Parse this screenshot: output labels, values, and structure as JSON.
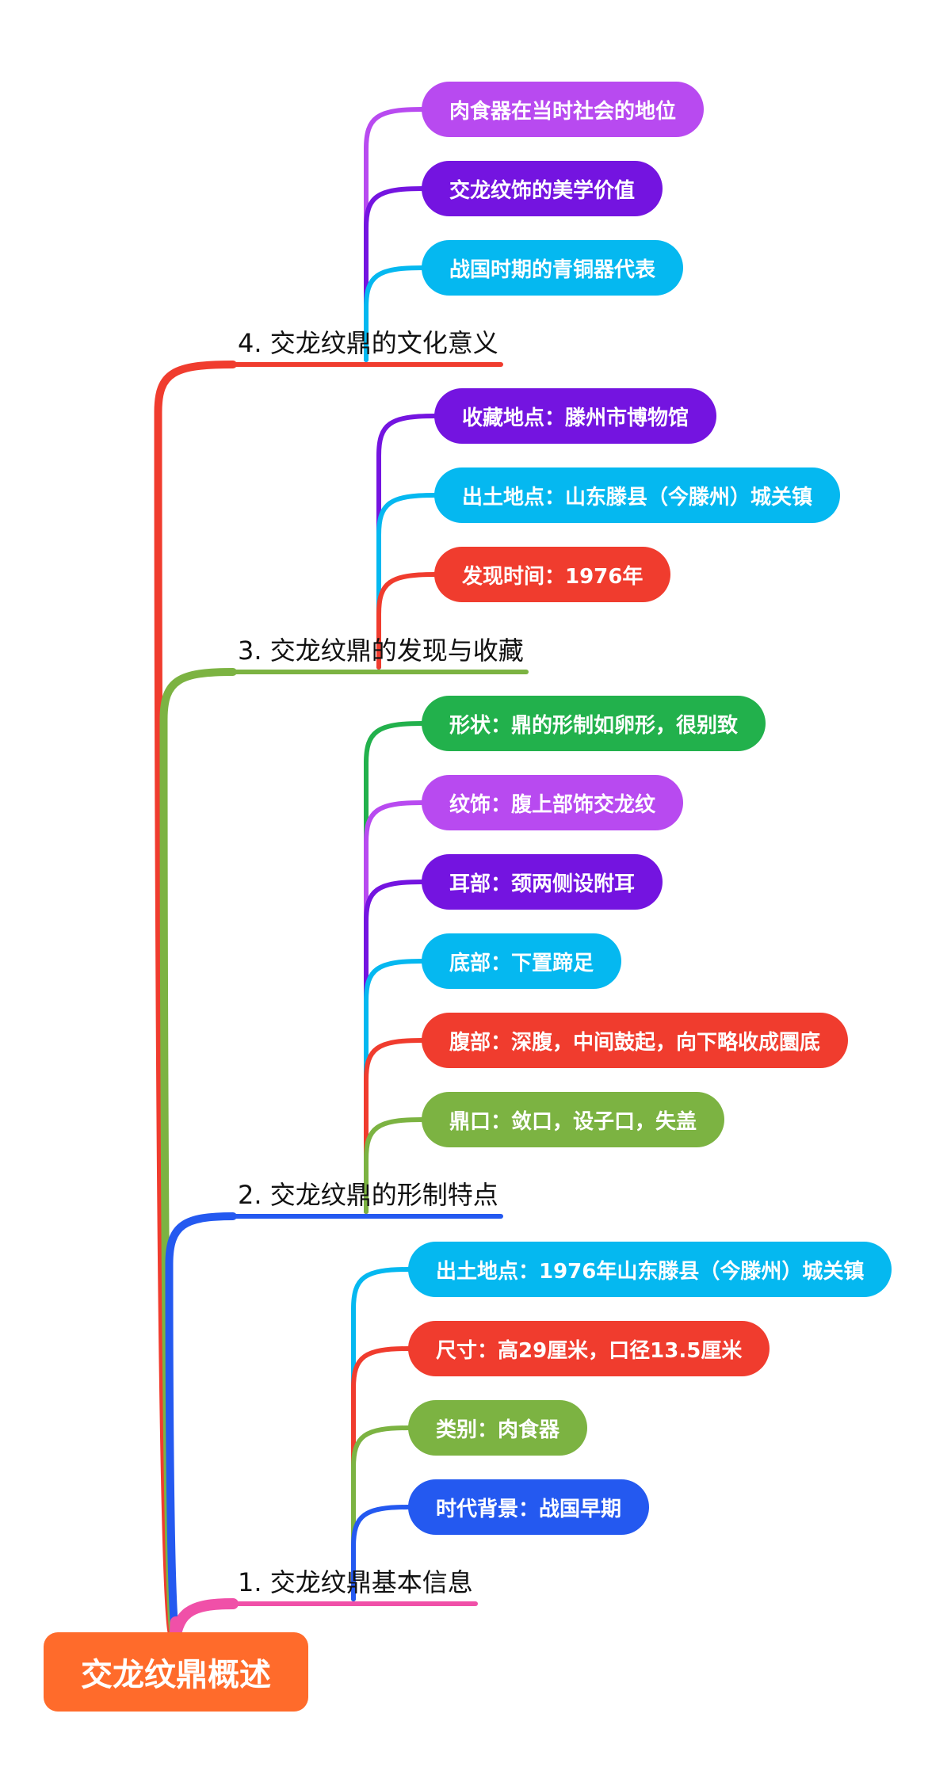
{
  "colors": {
    "root": "#ff6b2b",
    "red": "#f03c2e",
    "green_light": "#7cb342",
    "green": "#22b14c",
    "blue": "#2459f0",
    "cyan": "#05b8f0",
    "purple": "#7414e0",
    "violet": "#b84af0",
    "pink": "#f050a8"
  },
  "mindmap": {
    "root": {
      "label": "交龙纹鼎概述"
    },
    "branches": [
      {
        "label": "4. 交龙纹鼎的文化意义",
        "color": "#f03c2e",
        "children": [
          {
            "label": "肉食器在当时社会的地位",
            "color": "#b84af0"
          },
          {
            "label": "交龙纹饰的美学价值",
            "color": "#7414e0"
          },
          {
            "label": "战国时期的青铜器代表",
            "color": "#05b8f0"
          }
        ]
      },
      {
        "label": "3. 交龙纹鼎的发现与收藏",
        "color": "#7cb342",
        "children": [
          {
            "label": "收藏地点：滕州市博物馆",
            "color": "#7414e0"
          },
          {
            "label": "出土地点：山东滕县（今滕州）城关镇",
            "color": "#05b8f0"
          },
          {
            "label": "发现时间：1976年",
            "color": "#f03c2e"
          }
        ]
      },
      {
        "label": "2. 交龙纹鼎的形制特点",
        "color": "#2459f0",
        "children": [
          {
            "label": "形状：鼎的形制如卵形，很别致",
            "color": "#22b14c"
          },
          {
            "label": "纹饰：腹上部饰交龙纹",
            "color": "#b84af0"
          },
          {
            "label": "耳部：颈两侧设附耳",
            "color": "#7414e0"
          },
          {
            "label": "底部：下置蹄足",
            "color": "#05b8f0"
          },
          {
            "label": "腹部：深腹，中间鼓起，向下略收成圜底",
            "color": "#f03c2e"
          },
          {
            "label": "鼎口：敛口，设子口，失盖",
            "color": "#7cb342"
          }
        ]
      },
      {
        "label": "1. 交龙纹鼎基本信息",
        "color": "#f050a8",
        "children": [
          {
            "label": "出土地点：1976年山东滕县（今滕州）城关镇",
            "color": "#05b8f0"
          },
          {
            "label": "尺寸：高29厘米，口径13.5厘米",
            "color": "#f03c2e"
          },
          {
            "label": "类别：肉食器",
            "color": "#7cb342"
          },
          {
            "label": "时代背景：战国早期",
            "color": "#2459f0"
          }
        ]
      }
    ]
  }
}
